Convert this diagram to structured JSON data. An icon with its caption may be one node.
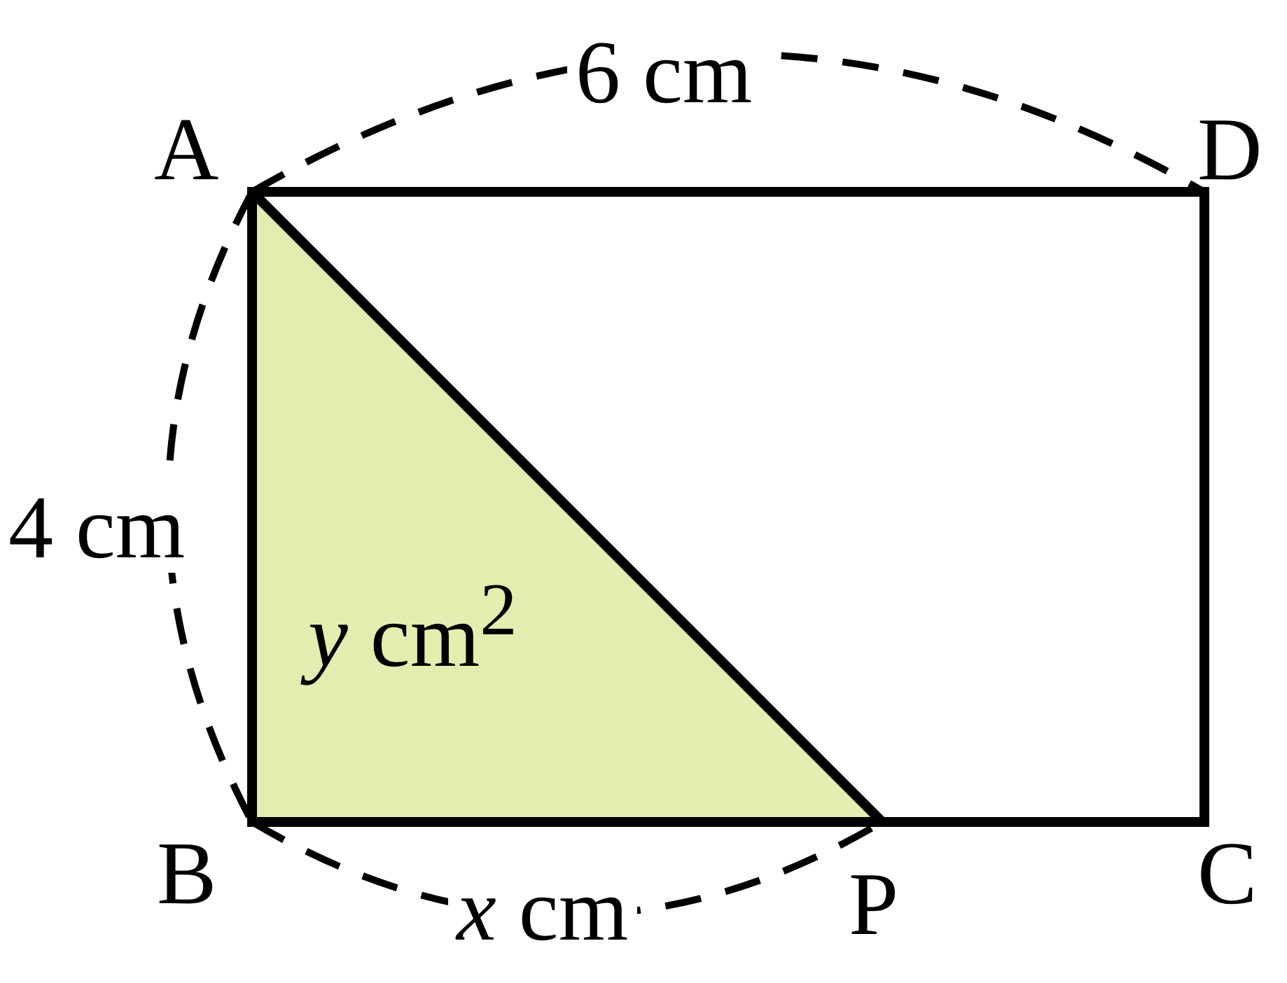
{
  "diagram": {
    "nodes": [
      {
        "text": [
          "*y* cm$^{2}$"
        ]
      }
    ],
    "labels": [
      "6 cm",
      "A",
      "D",
      "4 cm",
      "B",
      "*x* cm",
      "P",
      "C"
    ]
  }
}
